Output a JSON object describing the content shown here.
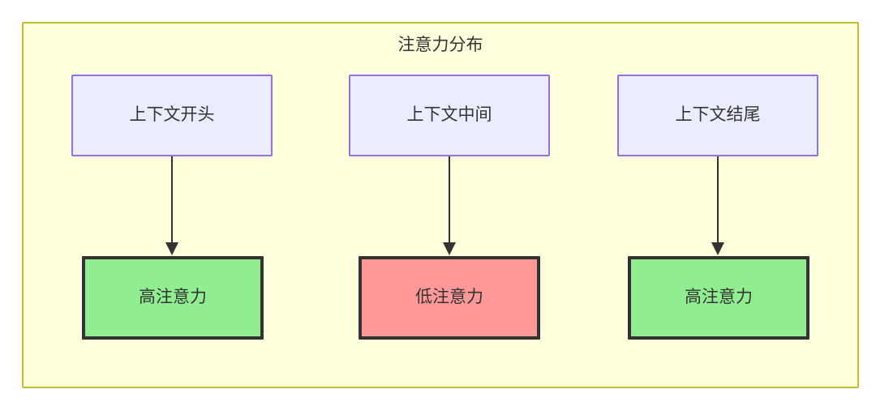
{
  "diagram": {
    "title": "注意力分布",
    "container": {
      "fill_color": "#ffffde",
      "border_color": "#bfbf2f"
    },
    "context_nodes": [
      {
        "id": "ctx-start",
        "label": "上下文开头",
        "fill_color": "#ececff",
        "border_color": "#9370db"
      },
      {
        "id": "ctx-middle",
        "label": "上下文中间",
        "fill_color": "#ececff",
        "border_color": "#9370db"
      },
      {
        "id": "ctx-end",
        "label": "上下文结尾",
        "fill_color": "#ececff",
        "border_color": "#9370db"
      }
    ],
    "attention_nodes": [
      {
        "id": "attn-high-start",
        "label": "高注意力",
        "fill_color": "#90ee90",
        "border_color": "#333333",
        "level": "high"
      },
      {
        "id": "attn-low-middle",
        "label": "低注意力",
        "fill_color": "#ff9999",
        "border_color": "#333333",
        "level": "low"
      },
      {
        "id": "attn-high-end",
        "label": "高注意力",
        "fill_color": "#90ee90",
        "border_color": "#333333",
        "level": "high"
      }
    ],
    "edges": [
      {
        "from": "ctx-start",
        "to": "attn-high-start",
        "label": ""
      },
      {
        "from": "ctx-middle",
        "to": "attn-low-middle",
        "label": ""
      },
      {
        "from": "ctx-end",
        "to": "attn-high-end",
        "label": ""
      }
    ]
  }
}
